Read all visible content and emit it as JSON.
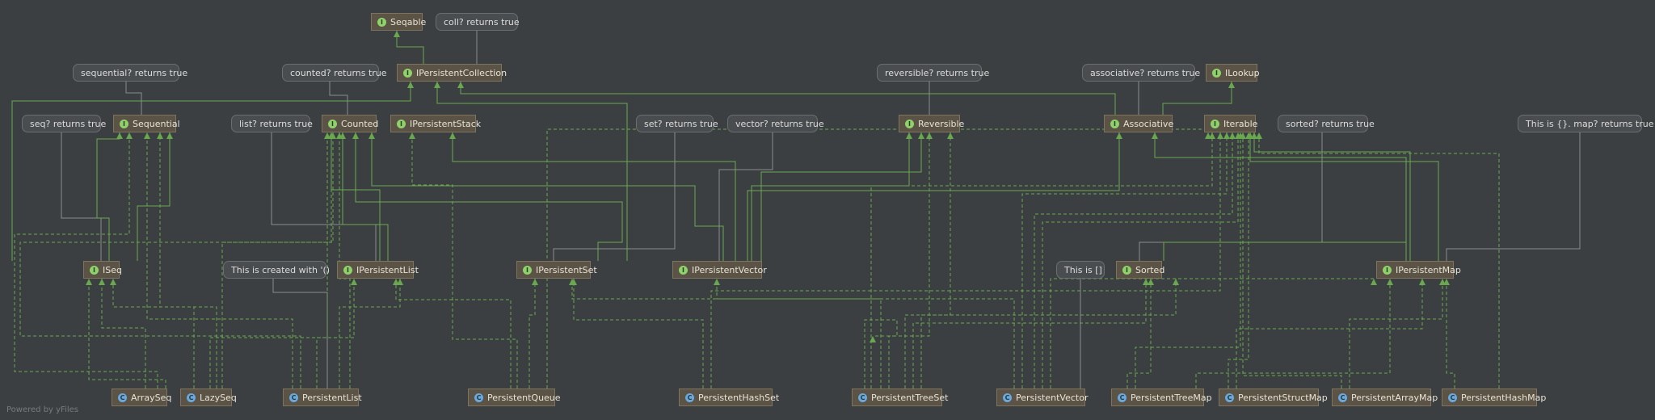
{
  "interfaces": [
    {
      "id": "seqable",
      "label": "Seqable",
      "icon": "interface-icon"
    },
    {
      "id": "ipersistentcollection",
      "label": "IPersistentCollection",
      "icon": "interface-icon"
    },
    {
      "id": "ilookup",
      "label": "ILookup",
      "icon": "interface-icon"
    },
    {
      "id": "sequential",
      "label": "Sequential",
      "icon": "interface-icon"
    },
    {
      "id": "counted",
      "label": "Counted",
      "icon": "interface-icon"
    },
    {
      "id": "ipersistentstack",
      "label": "IPersistentStack",
      "icon": "interface-icon"
    },
    {
      "id": "reversible",
      "label": "Reversible",
      "icon": "interface-icon"
    },
    {
      "id": "associative",
      "label": "Associative",
      "icon": "interface-icon"
    },
    {
      "id": "iterable",
      "label": "Iterable",
      "icon": "interface-icon"
    },
    {
      "id": "iseq",
      "label": "ISeq",
      "icon": "interface-icon"
    },
    {
      "id": "ipersistentlist",
      "label": "IPersistentList",
      "icon": "interface-icon"
    },
    {
      "id": "ipersistentset",
      "label": "IPersistentSet",
      "icon": "interface-icon"
    },
    {
      "id": "ipersistentvector",
      "label": "IPersistentVector",
      "icon": "interface-icon"
    },
    {
      "id": "sorted",
      "label": "Sorted",
      "icon": "interface-icon"
    },
    {
      "id": "ipersistentmap",
      "label": "IPersistentMap",
      "icon": "interface-icon"
    }
  ],
  "classes": [
    {
      "id": "arrayseq",
      "label": "ArraySeq",
      "icon": "class-icon"
    },
    {
      "id": "lazyseq",
      "label": "LazySeq",
      "icon": "class-icon"
    },
    {
      "id": "persistentlist",
      "label": "PersistentList",
      "icon": "class-icon"
    },
    {
      "id": "persistentqueue",
      "label": "PersistentQueue",
      "icon": "class-icon"
    },
    {
      "id": "persistenthashset",
      "label": "PersistentHashSet",
      "icon": "class-icon"
    },
    {
      "id": "persistenttreeset",
      "label": "PersistentTreeSet",
      "icon": "class-icon"
    },
    {
      "id": "persistentvector",
      "label": "PersistentVector",
      "icon": "class-icon"
    },
    {
      "id": "persistenttreemap",
      "label": "PersistentTreeMap",
      "icon": "class-icon"
    },
    {
      "id": "persistentstructmap",
      "label": "PersistentStructMap",
      "icon": "class-icon"
    },
    {
      "id": "persistentarraymap",
      "label": "PersistentArrayMap",
      "icon": "class-icon"
    },
    {
      "id": "persistenthashmap",
      "label": "PersistentHashMap",
      "icon": "class-icon"
    }
  ],
  "notes": [
    {
      "id": "n_coll",
      "text": "coll? returns true"
    },
    {
      "id": "n_sequential",
      "text": "sequential? returns true"
    },
    {
      "id": "n_counted",
      "text": "counted? returns true"
    },
    {
      "id": "n_reversible",
      "text": "reversible? returns true"
    },
    {
      "id": "n_associative",
      "text": "associative? returns true"
    },
    {
      "id": "n_seq",
      "text": "seq? returns true"
    },
    {
      "id": "n_list",
      "text": "list? returns true"
    },
    {
      "id": "n_set",
      "text": "set? returns true"
    },
    {
      "id": "n_vector",
      "text": "vector? returns true"
    },
    {
      "id": "n_sorted",
      "text": "sorted? returns true"
    },
    {
      "id": "n_map",
      "text": "This is {}. map? returns true"
    },
    {
      "id": "n_created",
      "text": "This is created with '()"
    },
    {
      "id": "n_vecliteral",
      "text": "This is []"
    }
  ],
  "footer": "Powered by yFiles",
  "colors": {
    "background": "#3c3f41",
    "edge": "#6aa84f",
    "node_fill": "#5a5346",
    "note_fill": "#4a4d50",
    "interface_badge": "#8fd16a",
    "class_badge": "#6aa8e0"
  }
}
